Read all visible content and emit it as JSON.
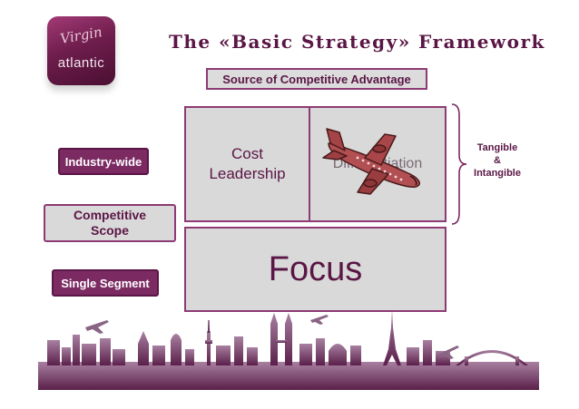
{
  "logo": {
    "script_text": "Virgin",
    "word_text": "atlantic"
  },
  "title": "The «Basic Strategy» Framework",
  "source_label": "Source of Competitive Advantage",
  "cells": {
    "cost": "Cost Leadership",
    "differentiation": "Differentiation",
    "focus": "Focus"
  },
  "scope": {
    "industry_wide": "Industry-wide",
    "competitive_scope": "Competitive Scope",
    "single_segment": "Single Segment"
  },
  "tangible": {
    "line1": "Tangible",
    "line2": "&",
    "line3": "Intangible"
  },
  "colors": {
    "brand_purple": "#7b2a62",
    "border_purple": "#8e3a74",
    "cell_gray": "#d9d9d9",
    "plane_red": "#b24f52"
  },
  "icons": {
    "logo": "virgin-atlantic-logo",
    "plane": "airplane-icon",
    "skyline": "city-skyline-silhouette"
  }
}
